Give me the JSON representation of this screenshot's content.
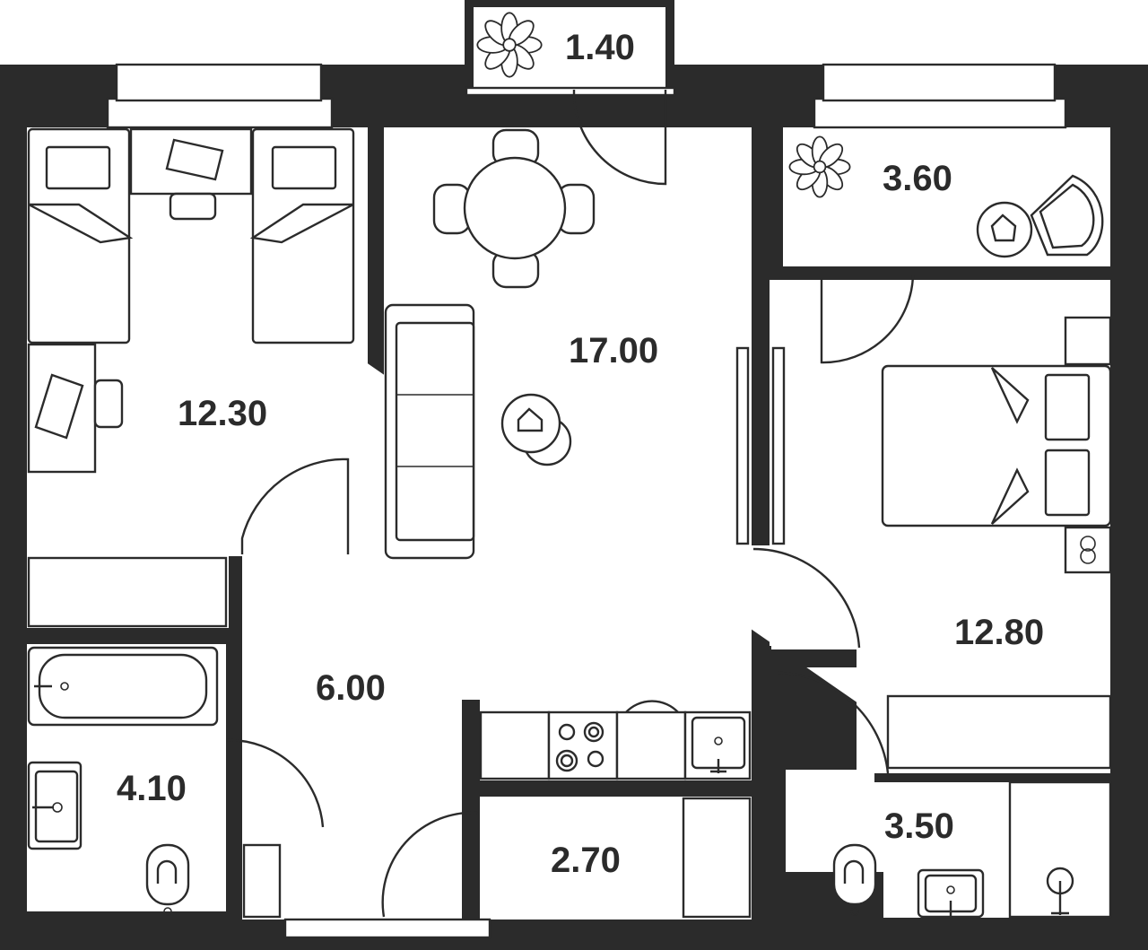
{
  "floor_plan": {
    "rooms": [
      {
        "id": "balcony",
        "area": "1.40"
      },
      {
        "id": "kids-bedroom",
        "area": "12.30"
      },
      {
        "id": "living-kitchen",
        "area": "17.00"
      },
      {
        "id": "loggia",
        "area": "3.60"
      },
      {
        "id": "master-bedroom",
        "area": "12.80"
      },
      {
        "id": "hallway",
        "area": "6.00"
      },
      {
        "id": "bathroom",
        "area": "4.10"
      },
      {
        "id": "storage",
        "area": "2.70"
      },
      {
        "id": "ensuite",
        "area": "3.50"
      }
    ],
    "colors": {
      "wall": "#2b2b2b",
      "floor": "#ffffff",
      "line": "#2b2b2b"
    }
  }
}
